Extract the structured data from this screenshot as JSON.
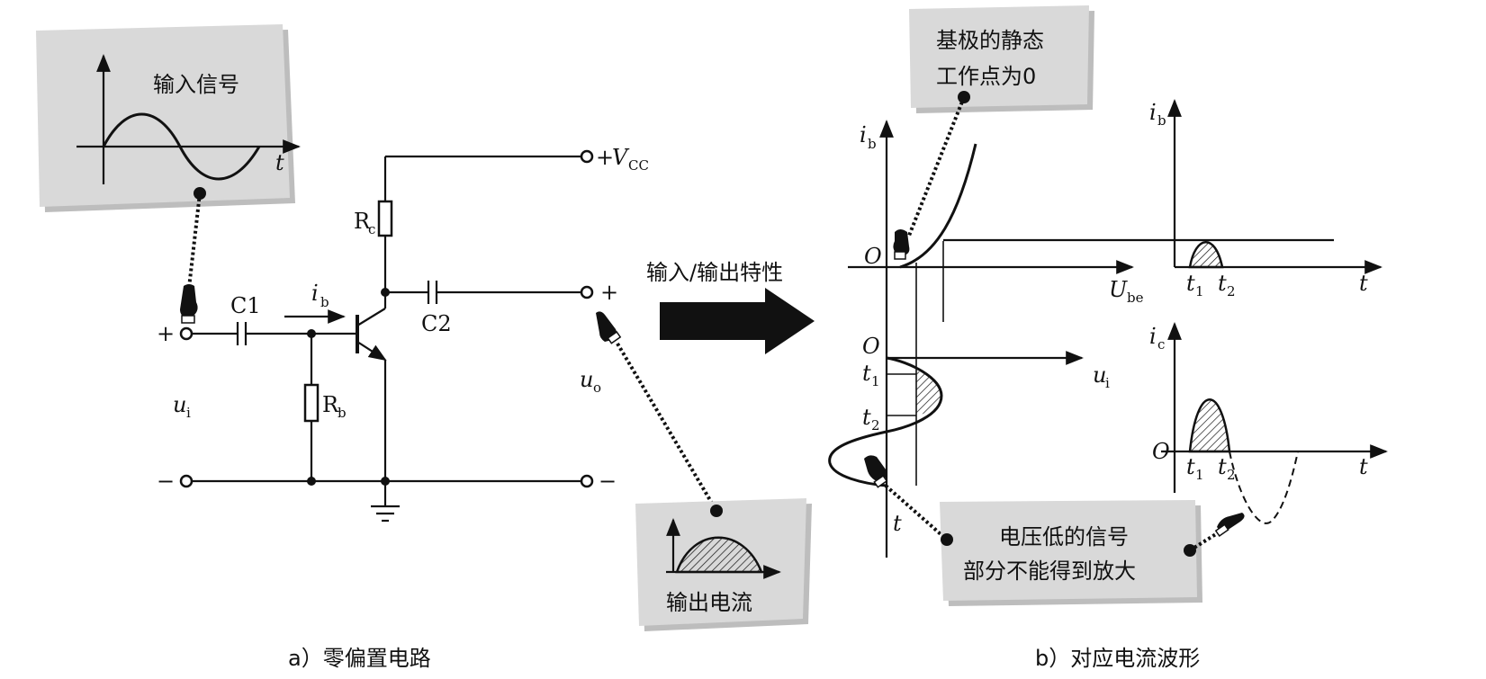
{
  "left": {
    "input_callout": {
      "title": "输入信号",
      "axis_t": "t"
    },
    "labels": {
      "c1": "C1",
      "c2": "C2",
      "rc": "R",
      "rc_sub": "c",
      "rb": "R",
      "rb_sub": "b",
      "ib": "i",
      "ib_sub": "b",
      "vcc_plus": "+",
      "vcc": "V",
      "vcc_sub": "CC",
      "ui": "u",
      "ui_sub": "i",
      "uo": "u",
      "uo_sub": "o",
      "plus_in": "+",
      "minus_in": "−",
      "plus_out": "+",
      "minus_out": "−"
    },
    "output_callout": {
      "title": "输出电流"
    },
    "caption": "a）零偏置电路"
  },
  "middle": {
    "arrow_label": "输入/输出特性"
  },
  "right": {
    "top_callout": {
      "line1": "基极的静态",
      "line2": "工作点为0"
    },
    "bottom_callout": {
      "line1": "电压低的信号",
      "line2": "部分不能得到放大"
    },
    "labels": {
      "ib": "i",
      "ib_sub": "b",
      "ube": "U",
      "ube_sub": "be",
      "origin": "O",
      "origin2": "O",
      "ui": "u",
      "ui_sub": "i",
      "t1": "t",
      "t1_sub": "1",
      "t2": "t",
      "t2_sub": "2",
      "t_axis": "t",
      "ib2": "i",
      "ib2_sub": "b",
      "t_ib": "t",
      "t1b": "t",
      "t1b_sub": "1",
      "t2b": "t",
      "t2b_sub": "2",
      "ic": "i",
      "ic_sub": "c",
      "origin3": "O",
      "t_ic": "t",
      "t1c": "t",
      "t1c_sub": "1",
      "t2c": "t",
      "t2c_sub": "2"
    },
    "caption": "b）对应电流波形"
  }
}
